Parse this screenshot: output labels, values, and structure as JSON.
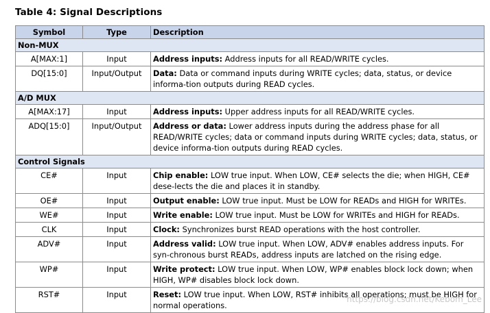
{
  "title": "Table 4: Signal Descriptions",
  "columns": [
    "Symbol",
    "Type",
    "Description"
  ],
  "sections": [
    {
      "name": "Non-MUX",
      "rows": [
        {
          "symbol": "A[MAX:1]",
          "type": "Input",
          "term": "Address inputs:",
          "text": " Address inputs for all READ/WRITE cycles."
        },
        {
          "symbol": "DQ[15:0]",
          "type": "Input/Output",
          "term": "Data:",
          "text": " Data or command inputs during WRITE cycles; data, status, or device informa-tion outputs during READ cycles."
        }
      ]
    },
    {
      "name": "A/D MUX",
      "rows": [
        {
          "symbol": "A[MAX:17]",
          "type": "Input",
          "term": "Address inputs:",
          "text": " Upper address inputs for all READ/WRITE cycles."
        },
        {
          "symbol": "ADQ[15:0]",
          "type": "Input/Output",
          "term": "Address or data:",
          "text": " Lower address inputs during the address phase for all READ/WRITE cycles; data or command inputs during WRITE cycles; data, status, or device informa-tion outputs during READ cycles."
        }
      ]
    },
    {
      "name": "Control Signals",
      "rows": [
        {
          "symbol": "CE#",
          "type": "Input",
          "term": "Chip enable:",
          "text": " LOW true input. When LOW, CE# selects the die; when HIGH, CE# dese-lects the die and places it in standby."
        },
        {
          "symbol": "OE#",
          "type": "Input",
          "term": "Output enable:",
          "text": " LOW true input. Must be LOW for READs and HIGH for WRITEs."
        },
        {
          "symbol": "WE#",
          "type": "Input",
          "term": "Write enable:",
          "text": " LOW true input. Must be LOW for WRITEs and HIGH for READs."
        },
        {
          "symbol": "CLK",
          "type": "Input",
          "term": "Clock:",
          "text": " Synchronizes burst READ operations with the host controller."
        },
        {
          "symbol": "ADV#",
          "type": "Input",
          "term": "Address valid:",
          "text": " LOW true input. When LOW, ADV# enables address inputs. For syn-chronous burst READs, address inputs are latched on the rising edge."
        },
        {
          "symbol": "WP#",
          "type": "Input",
          "term": "Write protect:",
          "text": " LOW true input. When LOW, WP# enables block lock down; when HIGH, WP# disables block lock down."
        },
        {
          "symbol": "RST#",
          "type": "Input",
          "term": "Reset:",
          "text": " LOW true input. When LOW, RST# inhibits all operations; must be HIGH for normal operations."
        }
      ]
    }
  ],
  "watermark": "https://blog.csdn.net/Kebom_Lee"
}
